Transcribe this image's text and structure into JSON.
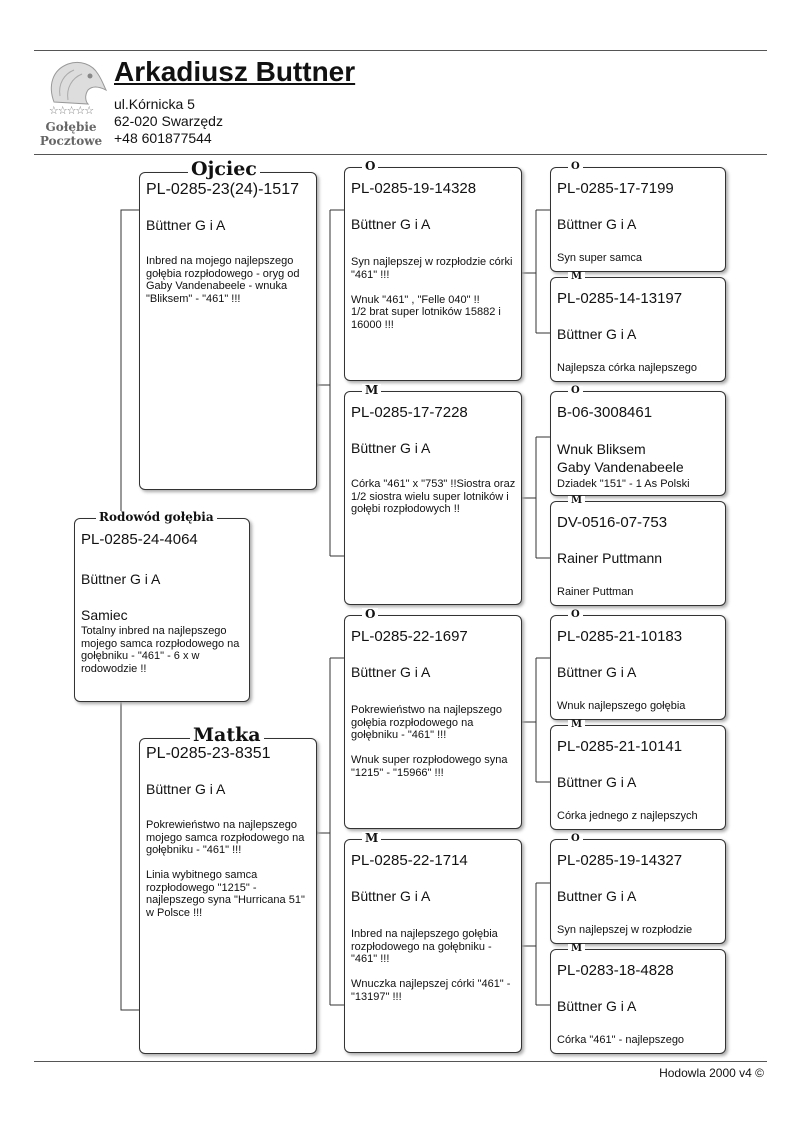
{
  "owner": {
    "name": "Arkadiusz Buttner",
    "address_line1": "ul.Kórnicka 5",
    "address_line2": "62-020 Swarzędz",
    "phone": "+48 601877544"
  },
  "logo": {
    "icon": "pigeon-head-icon",
    "stars": "☆☆☆☆☆",
    "line1": "Gołębie",
    "line2": "Pocztowe"
  },
  "subject": {
    "label": "Rodowód gołębia",
    "ring": "PL-0285-24-4064",
    "breeder": "Büttner G i A",
    "sex": "Samiec",
    "desc": "Totalny inbred na  najlepszego mojego samca rozpłodowego na gołębniku - \"461\" - 6 x w rodowodzie !!"
  },
  "father": {
    "label": "Ojciec",
    "ring": "PL-0285-23(24)-1517",
    "breeder": "Büttner G i A",
    "desc": "Inbred na mojego najlepszego gołębia rozpłodowego - oryg od Gaby Vandenabeele - wnuka \"Bliksem\" - \"461\" !!!"
  },
  "mother": {
    "label": "Matka",
    "ring": "PL-0285-23-8351",
    "breeder": "Büttner G i A",
    "desc": "Pokrewieństwo na najlepszego mojego samca rozpłodowego na gołębniku - \"461\" !!!\n\nLinia wybitnego samca rozpłodowego \"1215\" - najlepszego syna \"Hurricana 51\" w Polsce !!!"
  },
  "ff": {
    "label": "O",
    "ring": "PL-0285-19-14328",
    "breeder": "Büttner G i A",
    "desc": "Syn najlepszej w rozpłodzie córki \"461\" !!!\n\nWnuk \"461\" , \"Felle 040\" !!\n1/2 brat super lotników 15882 i 16000 !!!"
  },
  "fm": {
    "label": "M",
    "ring": "PL-0285-17-7228",
    "breeder": "Büttner G i A",
    "desc": "Córka   \"461\"  x  \"753\" !!Siostra oraz 1/2 siostra  wielu super lotników i gołębi rozpłodowych !!"
  },
  "mf": {
    "label": "O",
    "ring": "PL-0285-22-1697",
    "breeder": "Büttner G i A",
    "desc": "Pokrewieństwo na najlepszego gołębia rozpłodowego na gołębniku - \"461\" !!!\n\nWnuk super rozpłodowego syna \"1215\" - \"15966\" !!!"
  },
  "mm": {
    "label": "M",
    "ring": "PL-0285-22-1714",
    "breeder": "Büttner G i A",
    "desc": "Inbred na najlepszego gołębia rozpłodowego na gołębniku -\"461\" !!!\n\nWnuczka najlepszej córki \"461\" - \"13197\" !!!"
  },
  "fff": {
    "label": "O",
    "ring": "PL-0285-17-7199",
    "breeder": "Büttner G i A",
    "desc": "Syn super samca"
  },
  "ffm": {
    "label": "M",
    "ring": "PL-0285-14-13197",
    "breeder": "Büttner G i A",
    "desc": "Najlepsza córka najlepszego"
  },
  "fmf": {
    "label": "O",
    "ring": "B-06-3008461",
    "line1": "Wnuk Bliksem",
    "line2": "Gaby Vandenabeele",
    "desc": "Dziadek \"151\" - 1 As Polski"
  },
  "fmm": {
    "label": "M",
    "ring": "DV-0516-07-753",
    "breeder": "Rainer Puttmann",
    "desc": "Rainer Puttman"
  },
  "mff": {
    "label": "O",
    "ring": "PL-0285-21-10183",
    "breeder": "Büttner G i A",
    "desc": "Wnuk najlepszego gołębia"
  },
  "mfm": {
    "label": "M",
    "ring": "PL-0285-21-10141",
    "breeder": "Büttner G i A",
    "desc": "Córka jednego z najlepszych"
  },
  "mmf": {
    "label": "O",
    "ring": "PL-0285-19-14327",
    "breeder": "Buttner G i A",
    "desc": "Syn najlepszej w rozpłodzie"
  },
  "mmm": {
    "label": "M",
    "ring": "PL-0283-18-4828",
    "breeder": "Büttner G i A",
    "desc": "Córka  \"461\" - najlepszego"
  },
  "footer": {
    "software": "Hodowla 2000 v4 ©"
  }
}
